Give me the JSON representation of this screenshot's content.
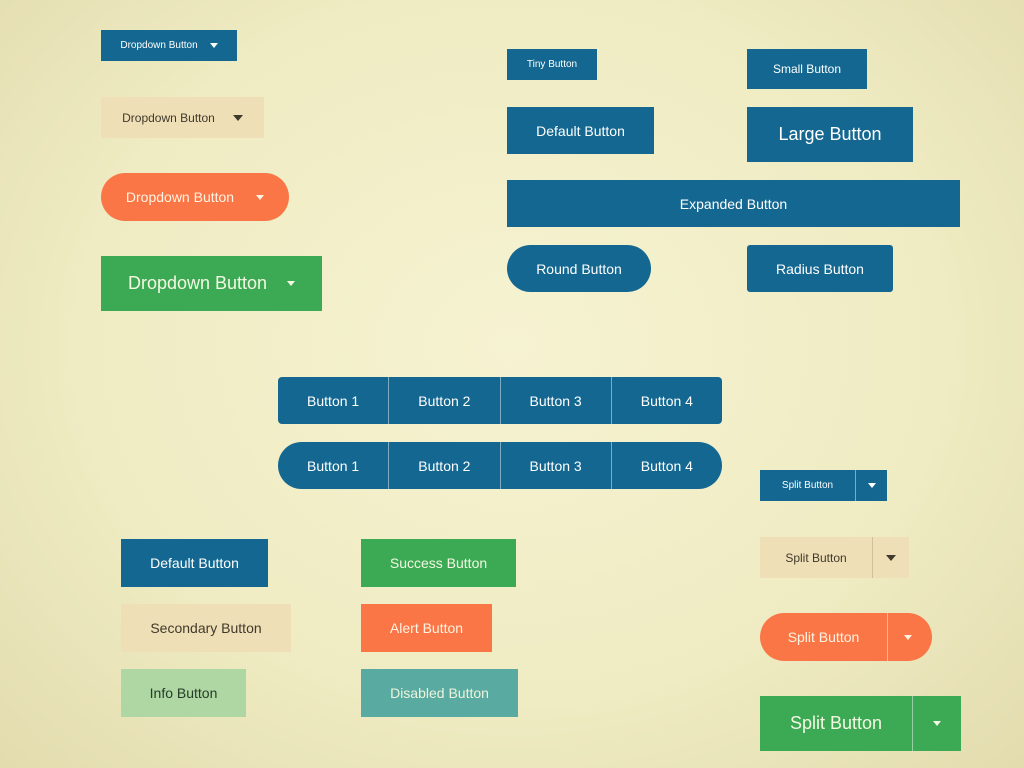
{
  "dropdowns": {
    "tiny": "Dropdown Button",
    "small": "Dropdown Button",
    "round": "Dropdown Button",
    "large": "Dropdown Button"
  },
  "sizes": {
    "tiny": "Tiny Button",
    "small": "Small Button",
    "default": "Default Button",
    "large": "Large Button",
    "expanded": "Expanded Button",
    "round": "Round Button",
    "radius": "Radius Button"
  },
  "button_groups": {
    "square": [
      "Button 1",
      "Button 2",
      "Button 3",
      "Button 4"
    ],
    "round": [
      "Button 1",
      "Button 2",
      "Button 3",
      "Button 4"
    ]
  },
  "variants": {
    "default": "Default Button",
    "secondary": "Secondary Button",
    "info": "Info Button",
    "success": "Success Button",
    "alert": "Alert Button",
    "disabled": "Disabled Button"
  },
  "splits": {
    "tiny": "Split Button",
    "small": "Split Button",
    "round": "Split Button",
    "large": "Split Button"
  },
  "colors": {
    "background": "#f2efc6",
    "primary": "#136790",
    "secondary": "#eedfb6",
    "alert": "#fb7646",
    "success": "#3caa54",
    "info": "#afd7a4",
    "disabled": "#59aaa0"
  }
}
